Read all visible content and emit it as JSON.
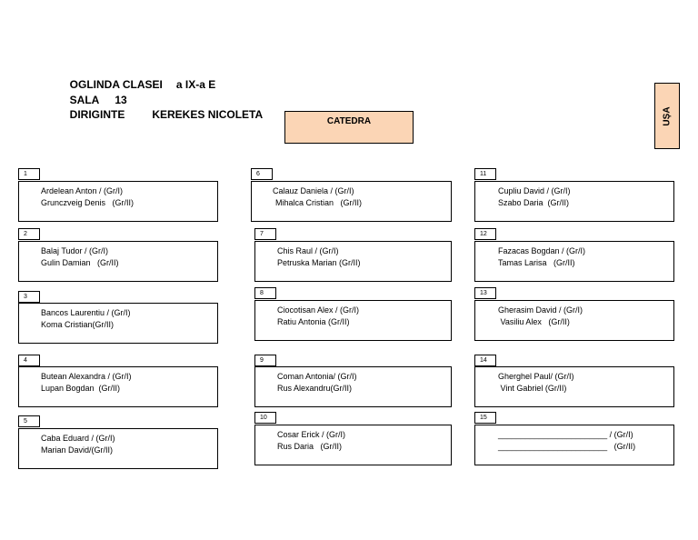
{
  "header": {
    "line1_a": "OGLINDA CLASEI",
    "line1_b": "a IX-a E",
    "line2_a": "SALA",
    "line2_b": "13",
    "line3_a": "DIRIGINTE",
    "line3_b": "KEREKES NICOLETA"
  },
  "catedra": "CATEDRA",
  "door": "UȘA",
  "desks": [
    {
      "num": "1",
      "line1": "Ardelean Anton / (Gr/I)",
      "line2": "Grunczveig Denis   (Gr/II)"
    },
    {
      "num": "2",
      "line1": "Balaj Tudor / (Gr/I)",
      "line2": "Gulin Damian   (Gr/II)"
    },
    {
      "num": "3",
      "line1": "Bancos Laurentiu / (Gr/I)",
      "line2": "Koma Cristian(Gr/II)"
    },
    {
      "num": "4",
      "line1": "Butean Alexandra / (Gr/I)",
      "line2": "Lupan Bogdan  (Gr/II)"
    },
    {
      "num": "5",
      "line1": "Caba Eduard / (Gr/I)",
      "line2": "Marian David/(Gr/II)"
    },
    {
      "num": "6",
      "line1": "Calauz Daniela / (Gr/I)",
      "line2": "Mihalca Cristian   (Gr/II)"
    },
    {
      "num": "7",
      "line1": "Chis Raul / (Gr/I)",
      "line2": "Petruska Marian (Gr/II)"
    },
    {
      "num": "8",
      "line1": "Ciocotisan Alex / (Gr/I)",
      "line2": "Ratiu Antonia (Gr/II)"
    },
    {
      "num": "9",
      "line1": "Coman Antonia/ (Gr/I)",
      "line2": "Rus Alexandru(Gr/II)"
    },
    {
      "num": "10",
      "line1": "Cosar Erick / (Gr/I)",
      "line2": "Rus Daria   (Gr/II)"
    },
    {
      "num": "11",
      "line1": "Cupliu David / (Gr/I)",
      "line2": "Szabo Daria  (Gr/II)"
    },
    {
      "num": "12",
      "line1": "Fazacas Bogdan / (Gr/I)",
      "line2": "Tamas Larisa   (Gr/II)"
    },
    {
      "num": "13",
      "line1": "Gherasim David / (Gr/I)",
      "line2": " Vasiliu Alex   (Gr/II)"
    },
    {
      "num": "14",
      "line1": "Gherghel Paul/ (Gr/I)",
      "line2": " Vint Gabriel (Gr/II)"
    },
    {
      "num": "15",
      "line1": "________________________ / (Gr/I)",
      "line2": "________________________   (Gr/II)"
    }
  ]
}
